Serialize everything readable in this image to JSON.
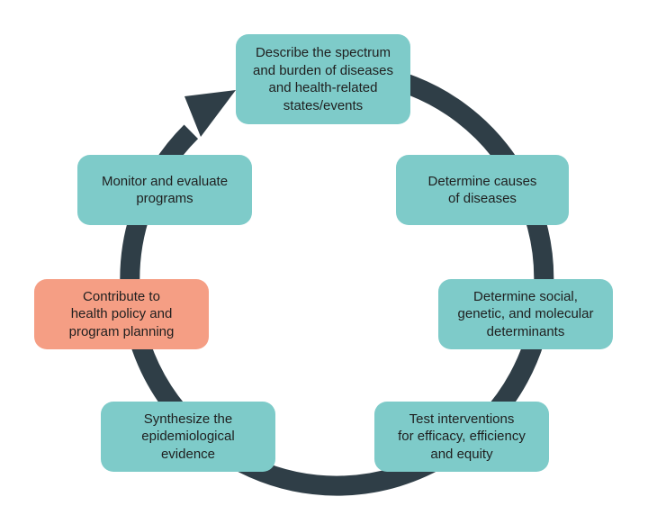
{
  "diagram": {
    "colors": {
      "node_fill": "#7ecbc9",
      "highlight_fill": "#f59e84",
      "ring": "#2f3e47",
      "background": "#ffffff"
    },
    "nodes": [
      {
        "id": "describe",
        "label": "Describe the spectrum\nand burden of diseases\nand health-related\nstates/events",
        "highlight": false
      },
      {
        "id": "causes",
        "label": "Determine causes\nof diseases",
        "highlight": false
      },
      {
        "id": "determinants",
        "label": "Determine social,\ngenetic, and molecular\ndeterminants",
        "highlight": false
      },
      {
        "id": "interventions",
        "label": "Test interventions\nfor efficacy, efficiency\nand equity",
        "highlight": false
      },
      {
        "id": "synthesize",
        "label": "Synthesize the\nepidemiological\nevidence",
        "highlight": false
      },
      {
        "id": "policy",
        "label": "Contribute to\nhealth policy and\nprogram planning",
        "highlight": true
      },
      {
        "id": "monitor",
        "label": "Monitor and evaluate\nprograms",
        "highlight": false
      }
    ],
    "flow": "clockwise",
    "arrow_icon": "arrow-head-icon"
  }
}
